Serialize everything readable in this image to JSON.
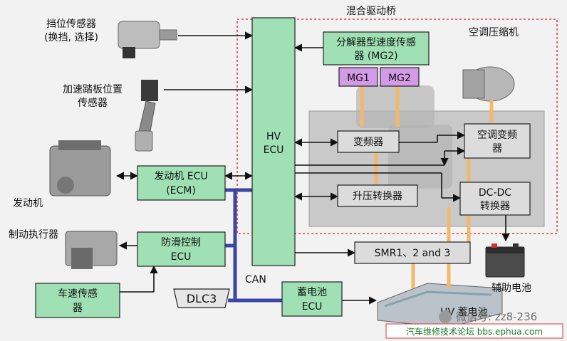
{
  "labels": {
    "hybrid_transaxle": "混合驱动桥",
    "ac_compressor": "空调压缩机",
    "shift_sensor_line1": "挡位传感器",
    "shift_sensor_line2": "(换挡, 选择)",
    "accel_sensor_line1": "加速踏板位置",
    "accel_sensor_line2": "传感器",
    "engine": "发动机",
    "brake_actuator": "制动执行器",
    "aux_battery": "辅助电池",
    "can": "CAN"
  },
  "blocks": {
    "resolver_line1": "分解器型速度传感",
    "resolver_line2": "器 (MG2)",
    "mg1": "MG1",
    "mg2": "MG2",
    "hv_ecu_line1": "HV",
    "hv_ecu_line2": "ECU",
    "inverter": "变频器",
    "ac_inverter_line1": "空调变频",
    "ac_inverter_line2": "器",
    "boost_converter": "升压转换器",
    "dcdc_line1": "DC-DC",
    "dcdc_line2": "转换器",
    "engine_ecu_line1": "发动机 ECU",
    "engine_ecu_line2": "(ECM)",
    "skid_ecu_line1": "防滑控制",
    "skid_ecu_line2": "ECU",
    "smr": "SMR1、2 and 3",
    "battery_ecu_line1": "蓄电池",
    "battery_ecu_line2": "ECU",
    "speed_sensor_line1": "车速传感",
    "speed_sensor_line2": "器",
    "dlc3": "DLC3",
    "hv_battery": "HV 蓄电池"
  },
  "watermark": {
    "wechat": "微信号: zz8-236",
    "forum": "汽车维修技术论坛 bbs.ephua.com"
  }
}
